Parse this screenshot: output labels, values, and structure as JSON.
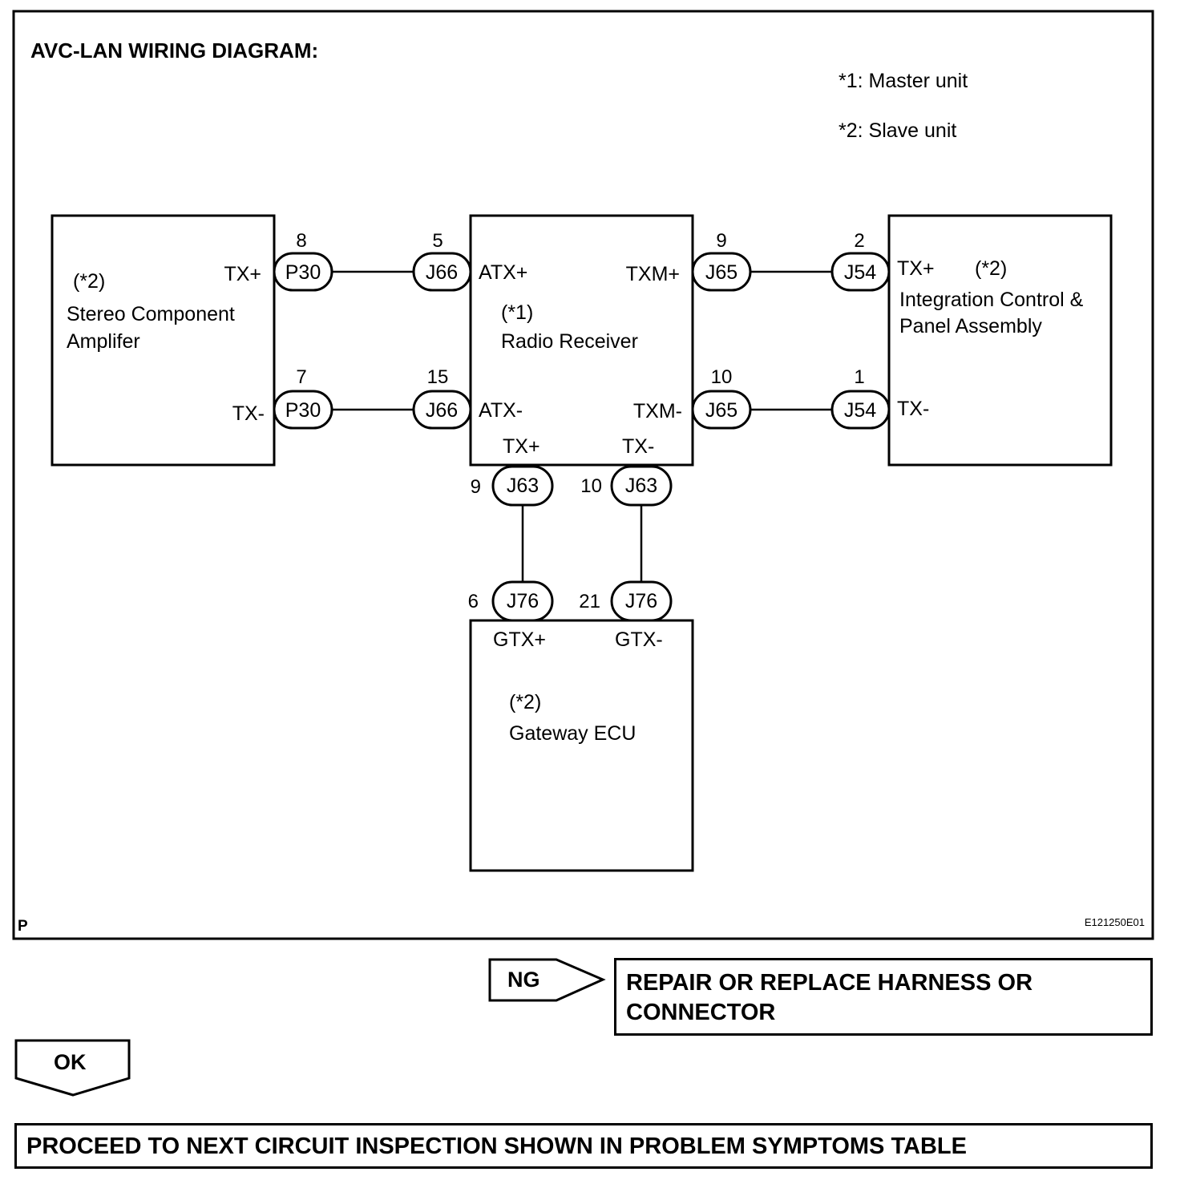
{
  "diagram": {
    "title": "AVC-LAN WIRING DIAGRAM:",
    "legend": [
      "*1: Master unit",
      "*2: Slave unit"
    ],
    "corner_left": "P",
    "figure_id": "E121250E01",
    "components": {
      "amplifier": {
        "note": "(*2)",
        "name_lines": [
          "Stereo Component",
          "Amplifer"
        ],
        "pins": [
          "TX+",
          "TX-"
        ]
      },
      "radio": {
        "note": "(*1)",
        "name": "Radio Receiver",
        "pins": [
          "ATX+",
          "ATX-",
          "TXM+",
          "TXM-",
          "TX+",
          "TX-"
        ]
      },
      "integration": {
        "note": "(*2)",
        "name_lines": [
          "Integration Control &",
          "Panel Assembly"
        ],
        "pins": [
          "TX+",
          "TX-"
        ]
      },
      "gateway": {
        "note": "(*2)",
        "name": "Gateway ECU",
        "pins": [
          "GTX+",
          "GTX-"
        ]
      }
    },
    "connectors": [
      {
        "id": "P30",
        "pin": "8"
      },
      {
        "id": "P30",
        "pin": "7"
      },
      {
        "id": "J66",
        "pin": "5"
      },
      {
        "id": "J66",
        "pin": "15"
      },
      {
        "id": "J65",
        "pin": "9"
      },
      {
        "id": "J65",
        "pin": "10"
      },
      {
        "id": "J54",
        "pin": "2"
      },
      {
        "id": "J54",
        "pin": "1"
      },
      {
        "id": "J63",
        "pin": "9"
      },
      {
        "id": "J63",
        "pin": "10"
      },
      {
        "id": "J76",
        "pin": "6"
      },
      {
        "id": "J76",
        "pin": "21"
      }
    ]
  },
  "flow": {
    "ng_label": "NG",
    "ng_result_lines": [
      "REPAIR OR REPLACE HARNESS OR",
      "CONNECTOR"
    ],
    "ok_label": "OK",
    "proceed": "PROCEED TO NEXT CIRCUIT INSPECTION SHOWN IN PROBLEM SYMPTOMS TABLE"
  }
}
